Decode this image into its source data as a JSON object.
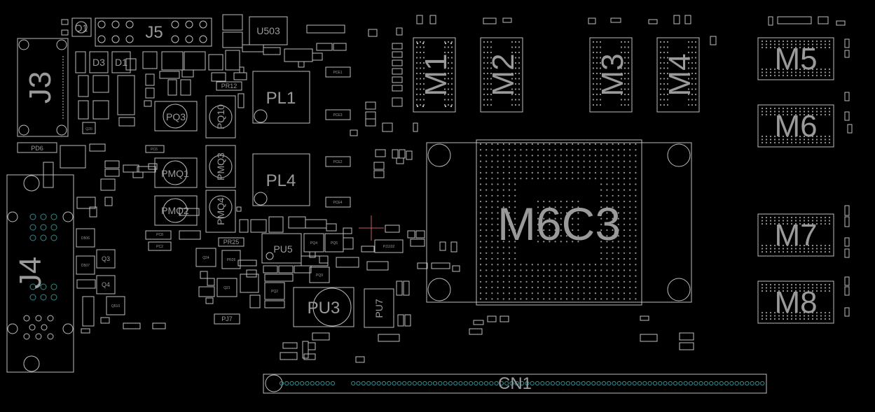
{
  "colors": {
    "background": "#000000",
    "outline": "#bdbdbd",
    "label": "#9a9a9a",
    "via": "#2f8c8c",
    "cursor": "#c06060"
  },
  "connectors": {
    "j3": "J3",
    "j4": "J4",
    "j5": "J5",
    "cn1": "CN1",
    "q1": "Q1"
  },
  "modules": {
    "m1": "M1",
    "m2": "M2",
    "m3": "M3",
    "m4": "M4",
    "m5": "M5",
    "m6": "M6",
    "m7": "M7",
    "m8": "M8"
  },
  "soc": {
    "label": "M6C3"
  },
  "inductors": {
    "pl1": "PL1",
    "pl4": "PL4"
  },
  "power": {
    "pq3": "PQ3",
    "pq10": "PQ10",
    "pmq1": "PMQ1",
    "pmq2": "PMQ2",
    "pmq3": "PMQ3",
    "pmq4": "PMQ4",
    "pu3": "PU3",
    "pu5": "PU5",
    "pu7": "PU7"
  },
  "ics": {
    "u503": "U503"
  },
  "diodes": {
    "d1": "D1",
    "d3": "D3",
    "pd6": "PD6",
    "d506": "D506",
    "d507": "D507",
    "q3": "Q3",
    "q4": "Q4"
  },
  "small": {
    "pr12": "PR12",
    "pr25": "PR25",
    "pce1": "PCE1",
    "pce2": "PCE2",
    "pce3": "PCE3",
    "pce4": "PCE4",
    "pj7": "PJ7",
    "pq4": "PQ4",
    "pq5": "PQ5",
    "pj1102": "PJ1102",
    "pq9": "PQ9",
    "pq2": "PQ2",
    "q24": "Q24",
    "q21": "Q21",
    "q510": "Q510",
    "q20": "Q20",
    "pc8": "PC8",
    "pc2": "PC2",
    "pc6": "PC6",
    "pr26": "PR26"
  }
}
